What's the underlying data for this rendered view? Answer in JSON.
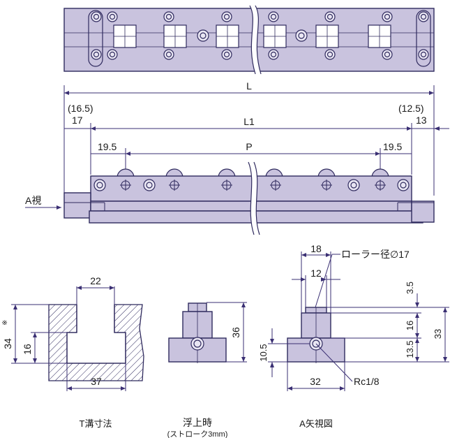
{
  "colors": {
    "part_fill": "#c9c3de",
    "part_stroke": "#2f2a5e",
    "dim_line": "#3a2f73",
    "text": "#1a1a1a"
  },
  "front": {
    "L": "L",
    "L1": "L1",
    "P": "P",
    "left_paren": "(16.5)",
    "left_value": "17",
    "right_paren": "(12.5)",
    "right_value": "13",
    "pitch_left": "19.5",
    "pitch_right": "19.5",
    "view_a": "A視"
  },
  "tslot": {
    "top": "22",
    "height": "16",
    "total": "34",
    "mark": "※",
    "bottom": "37",
    "caption": "T溝寸法"
  },
  "float": {
    "height": "36",
    "caption": "浮上時",
    "subcaption": "(ストローク3mm)"
  },
  "aview": {
    "w18": "18",
    "w12": "12",
    "roller": "ローラー径∅17",
    "d35": "3.5",
    "d16": "16",
    "d33": "33",
    "d135": "13.5",
    "d105": "10.5",
    "w32": "32",
    "port": "Rc1/8",
    "caption": "A矢視図"
  }
}
